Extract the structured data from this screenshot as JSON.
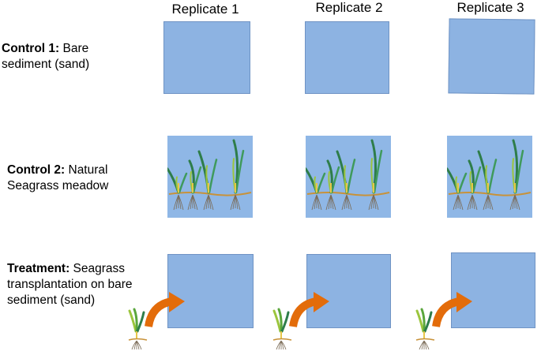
{
  "columns": [
    "Replicate 1",
    "Replicate 2",
    "Replicate 3"
  ],
  "rows": [
    {
      "bold": "Control 1:",
      "line1": " Bare",
      "line2": "sediment (sand)",
      "line3": ""
    },
    {
      "bold": "Control 2:",
      "line1": " Natural",
      "line2": "Seagrass meadow",
      "line3": ""
    },
    {
      "bold": "Treatment:",
      "line1": " Seagrass",
      "line2": "transplantation on bare",
      "line3": "sediment (sand)"
    }
  ],
  "colors": {
    "plot_blue": "#8db3e2",
    "arrow_orange": "#e36c0a",
    "seagrass_dark": "#2e7d4a",
    "seagrass_light": "#9bc53d",
    "rhizome": "#c8923a"
  },
  "icons": [
    "seagrass-plant-icon",
    "curved-arrow-icon"
  ]
}
